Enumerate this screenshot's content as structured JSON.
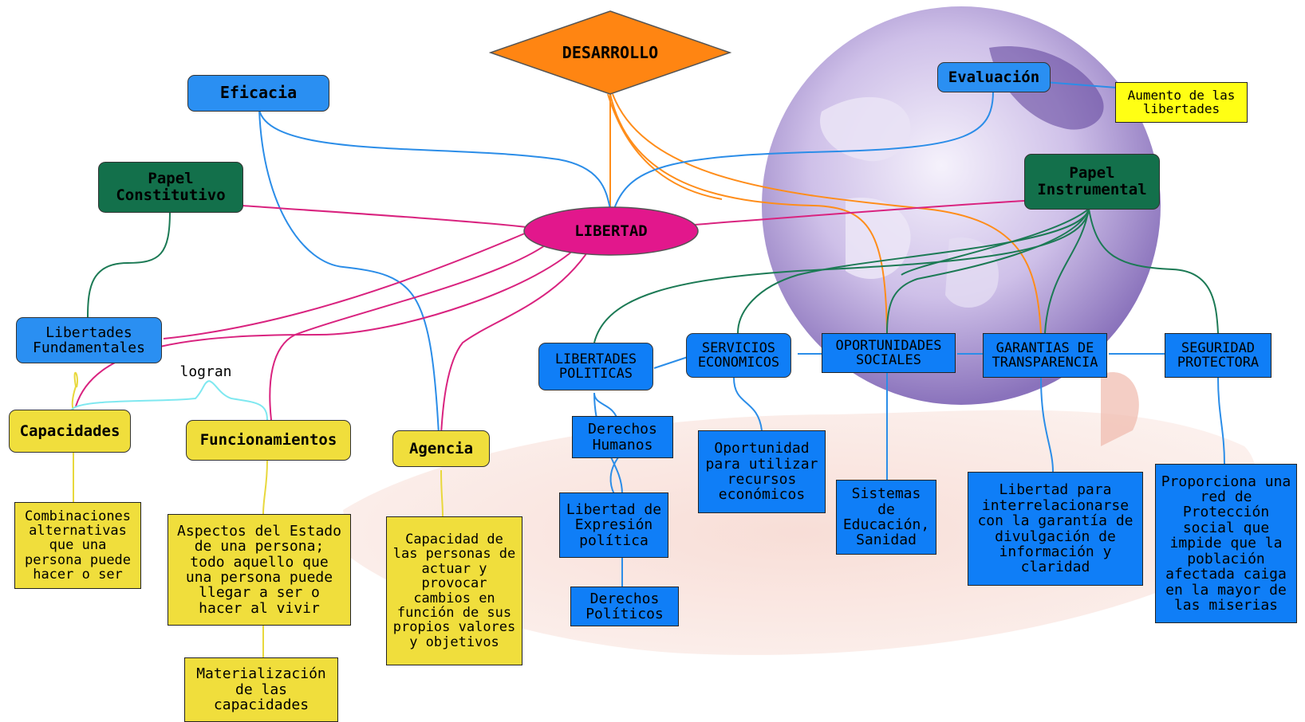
{
  "colors": {
    "desarrollo": "#ff8512",
    "libertad": "#e2178c",
    "green_node": "#13704b",
    "blue_node": "#2a8ff2",
    "blue_box": "#0f7ef7",
    "yellow_node": "#f0de3c",
    "yellow_note": "#ffff14",
    "line_blue": "#2b8de8",
    "line_magenta": "#d9237f",
    "line_orange": "#ff8d1a",
    "line_green": "#1c7a55",
    "line_yellow": "#e8d83c",
    "line_cyan": "#7fe8f0"
  },
  "background": {
    "image": "globe-on-hand-illustration"
  },
  "nodes": {
    "desarrollo": "DESARROLLO",
    "libertad": "LIBERTAD",
    "eficacia": "Eficacia",
    "evaluacion": "Evaluación",
    "aumento": "Aumento de las\nlibertades",
    "papel_constitutivo": "Papel\nConstitutivo",
    "papel_instrumental": "Papel\nInstrumental",
    "libertades_fundamentales": "Libertades\nFundamentales",
    "logran": "logran",
    "capacidades": "Capacidades",
    "funcionamientos": "Funcionamientos",
    "agencia": "Agencia",
    "combinaciones": "Combinaciones\nalternativas\nque una\npersona puede\nhacer o ser",
    "aspectos": "Aspectos del Estado\nde una persona;\ntodo aquello que\nuna persona puede\nllegar a ser o\nhacer al vivir",
    "materializacion": "Materialización\nde las\ncapacidades",
    "capacidad_actuar": "Capacidad de\nlas personas de\nactuar y\nprovocar\ncambios en\nfunción de sus\npropios valores\ny objetivos",
    "libertades_politicas": "LIBERTADES\nPOLITICAS",
    "servicios_economicos": "SERVICIOS\nECONOMICOS",
    "oportunidades_sociales": "OPORTUNIDADES\nSOCIALES",
    "garantias": "GARANTIAS DE\nTRANSPARENCIA",
    "seguridad": "SEGURIDAD\nPROTECTORA",
    "derechos_humanos": "Derechos\nHumanos",
    "libertad_expresion": "Libertad de\nExpresión\npolítica",
    "derechos_politicos": "Derechos\nPolíticos",
    "oportunidad_recursos": "Oportunidad\npara utilizar\nrecursos\neconómicos",
    "sistemas": "Sistemas\nde\nEducación,\nSanidad",
    "libertad_interrelacionarse": "Libertad para\ninterrelacionarse\ncon la garantía de\ndivulgación de\ninformación y\nclaridad",
    "proporciona": "Proporciona una\nred de\nProtección\nsocial que\nimpide que la\npoblación\nafectada caiga\nen la mayor de\nlas miserias"
  }
}
